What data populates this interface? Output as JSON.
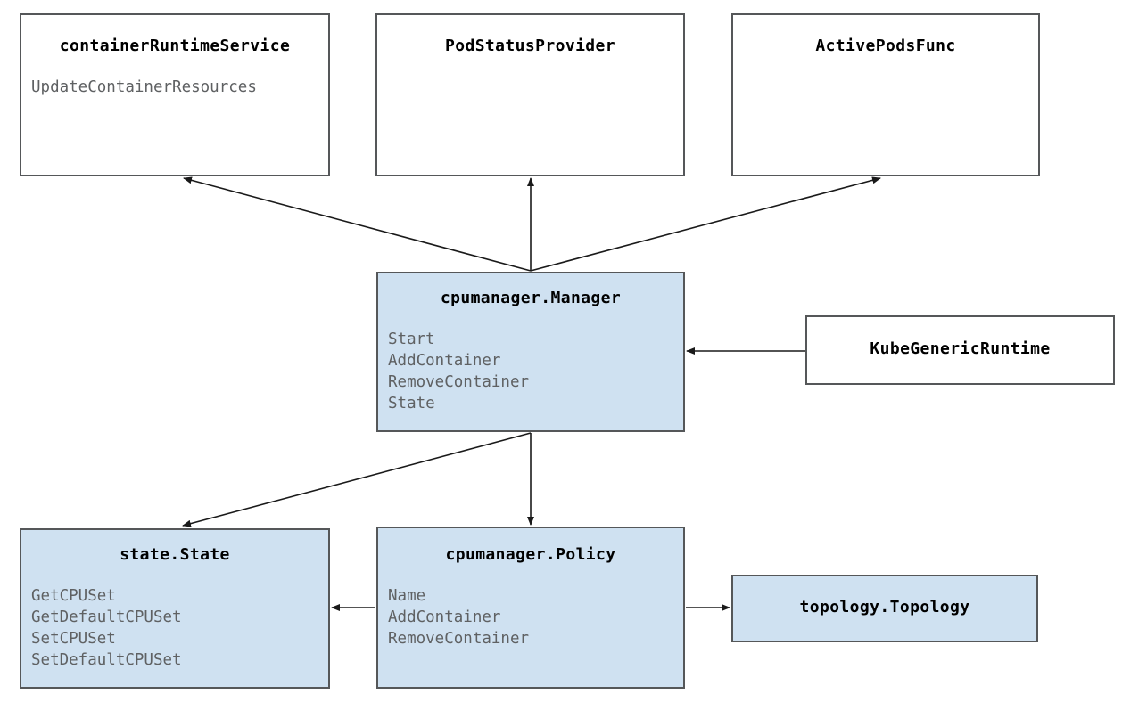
{
  "diagram": {
    "type": "uml-class-diagram",
    "background_color": "#ffffff",
    "node_fill_plain": "#ffffff",
    "node_fill_highlight": "#cfe1f1",
    "node_border_color": "#555759",
    "title_color": "#000000",
    "member_color": "#5f6163",
    "edge_color": "#1a1a1a",
    "nodes": [
      {
        "id": "containerRuntimeService",
        "title": "containerRuntimeService",
        "members": [
          "UpdateContainerResources"
        ],
        "highlighted": false
      },
      {
        "id": "PodStatusProvider",
        "title": "PodStatusProvider",
        "members": [],
        "highlighted": false
      },
      {
        "id": "ActivePodsFunc",
        "title": "ActivePodsFunc",
        "members": [],
        "highlighted": false
      },
      {
        "id": "cpumanager.Manager",
        "title": "cpumanager.Manager",
        "members": [
          "Start",
          "AddContainer",
          "RemoveContainer",
          "State"
        ],
        "highlighted": true
      },
      {
        "id": "KubeGenericRuntime",
        "title": "KubeGenericRuntime",
        "members": [],
        "highlighted": false
      },
      {
        "id": "state.State",
        "title": "state.State",
        "members": [
          "GetCPUSet",
          "GetDefaultCPUSet",
          "SetCPUSet",
          "SetDefaultCPUSet"
        ],
        "highlighted": true
      },
      {
        "id": "cpumanager.Policy",
        "title": "cpumanager.Policy",
        "members": [
          "Name",
          "AddContainer",
          "RemoveContainer"
        ],
        "highlighted": true
      },
      {
        "id": "topology.Topology",
        "title": "topology.Topology",
        "members": [],
        "highlighted": true
      }
    ],
    "edges": [
      {
        "from": "cpumanager.Manager",
        "to": "containerRuntimeService",
        "style": "solid-arrow"
      },
      {
        "from": "cpumanager.Manager",
        "to": "PodStatusProvider",
        "style": "solid-arrow"
      },
      {
        "from": "cpumanager.Manager",
        "to": "ActivePodsFunc",
        "style": "solid-arrow"
      },
      {
        "from": "KubeGenericRuntime",
        "to": "cpumanager.Manager",
        "style": "solid-arrow"
      },
      {
        "from": "cpumanager.Manager",
        "to": "state.State",
        "style": "solid-arrow"
      },
      {
        "from": "cpumanager.Manager",
        "to": "cpumanager.Policy",
        "style": "solid-arrow"
      },
      {
        "from": "cpumanager.Policy",
        "to": "state.State",
        "style": "solid-arrow"
      },
      {
        "from": "cpumanager.Policy",
        "to": "topology.Topology",
        "style": "solid-arrow"
      }
    ]
  }
}
